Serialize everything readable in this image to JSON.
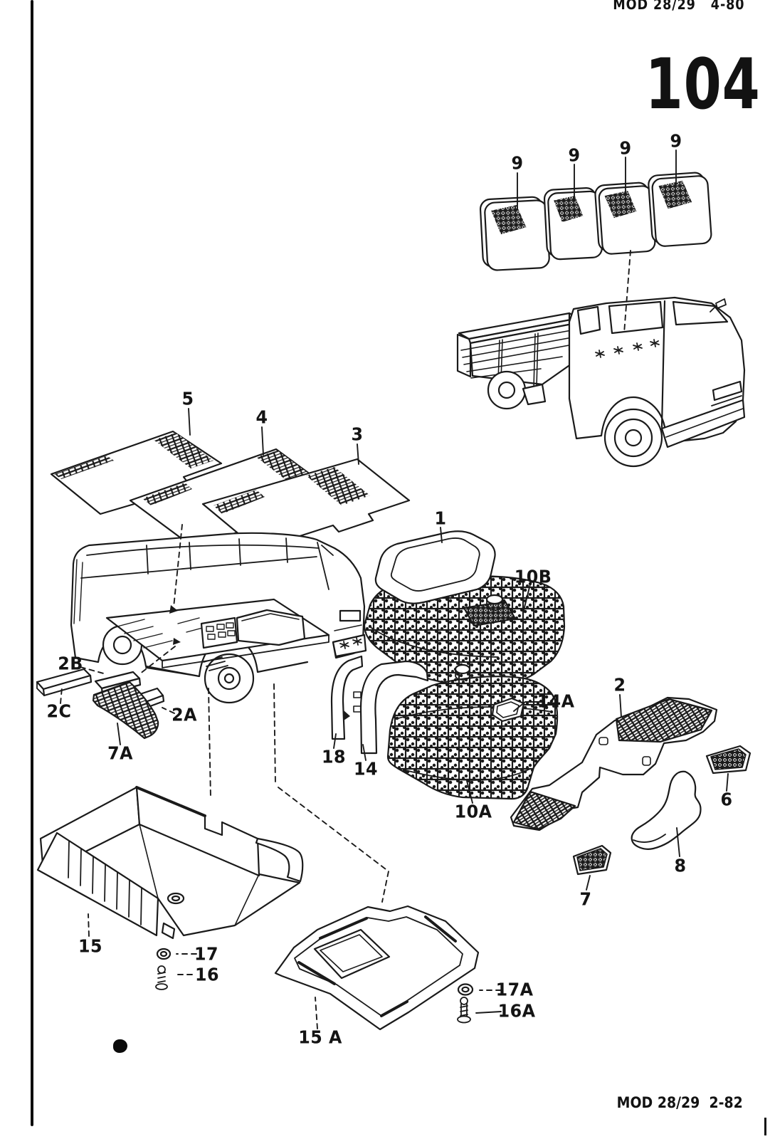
{
  "page": {
    "header_code": "MOD 28/29   4-80",
    "page_number": "104",
    "footer_code": "MOD 28/29  2-82"
  },
  "diagram": {
    "callouts": [
      {
        "id": "pad9-1",
        "text": "9"
      },
      {
        "id": "pad9-2",
        "text": "9"
      },
      {
        "id": "pad9-3",
        "text": "9"
      },
      {
        "id": "pad9-4",
        "text": "9"
      },
      {
        "id": "mat5",
        "text": "5"
      },
      {
        "id": "mat4",
        "text": "4"
      },
      {
        "id": "mat3",
        "text": "3"
      },
      {
        "id": "lid1",
        "text": "1"
      },
      {
        "id": "cover10B",
        "text": "10B"
      },
      {
        "id": "strip2B",
        "text": "2B"
      },
      {
        "id": "strip2C",
        "text": "2C"
      },
      {
        "id": "strip2A",
        "text": "2A"
      },
      {
        "id": "wedge7A",
        "text": "7A"
      },
      {
        "id": "arch18",
        "text": "18"
      },
      {
        "id": "arch14",
        "text": "14"
      },
      {
        "id": "patch14A",
        "text": "14A"
      },
      {
        "id": "cover10A",
        "text": "10A"
      },
      {
        "id": "mat2",
        "text": "2"
      },
      {
        "id": "pad6",
        "text": "6"
      },
      {
        "id": "panel8",
        "text": "8"
      },
      {
        "id": "pad7",
        "text": "7"
      },
      {
        "id": "tray15",
        "text": "15"
      },
      {
        "id": "washer17",
        "text": "17"
      },
      {
        "id": "screw16",
        "text": "16"
      },
      {
        "id": "tray15A",
        "text": "15 A"
      },
      {
        "id": "washer17A",
        "text": "17A"
      },
      {
        "id": "screw16A",
        "text": "16A"
      }
    ]
  }
}
